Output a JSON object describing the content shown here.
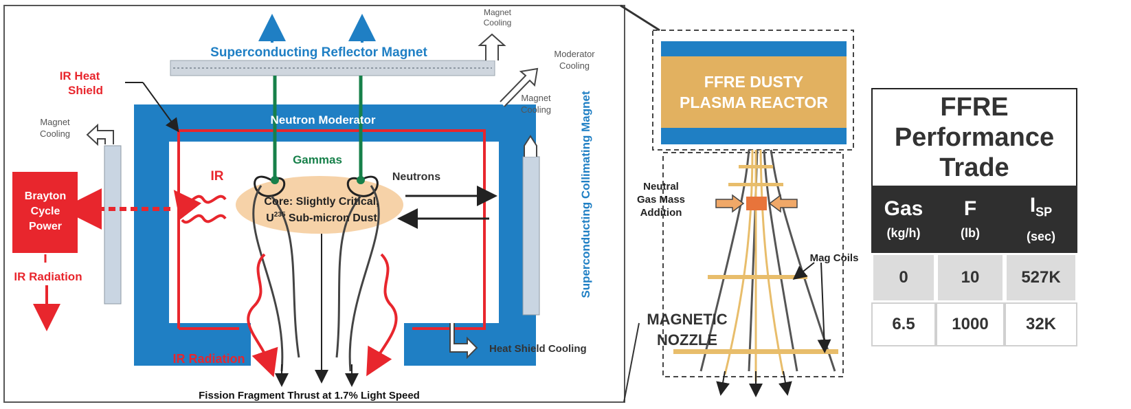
{
  "reactor": {
    "reflector_magnet": "Superconducting Reflector Magnet",
    "moderator": "Neutron Moderator",
    "magnet_cooling": "Magnet Cooling",
    "moderator_cooling": "Moderator Cooling",
    "ir_heat_shield": "IR Heat Shield",
    "gammas": "Gammas",
    "neutrons": "Neutrons",
    "ir": "IR",
    "core_line1": "Core: Slightly Critical,",
    "core_line2": "U235 Sub-micron Dust",
    "brayton": "Brayton Cycle Power",
    "ir_radiation": "IR Radiation",
    "collimating_magnet": "Superconducting Collimating Magnet",
    "heat_shield_cooling": "Heat Shield Cooling",
    "thrust": "Fission Fragment Thrust at 1.7% Light Speed"
  },
  "engine": {
    "reactor_label": "FFRE DUSTY PLASMA REACTOR",
    "neutral_gas": "Neutral Gas Mass Addition",
    "mag_coils": "Mag Coils",
    "nozzle": "MAGNETIC NOZZLE"
  },
  "table": {
    "title": "FFRE Performance Trade",
    "headers": [
      {
        "name": "Gas",
        "unit": "(kg/h)"
      },
      {
        "name": "F",
        "unit": "(lb)"
      },
      {
        "name": "ISP",
        "unit": "(sec)"
      }
    ],
    "rows": [
      [
        "0",
        "10",
        "527K"
      ],
      [
        "6.5",
        "1000",
        "32K"
      ]
    ]
  },
  "colors": {
    "blue": "#1f7fc4",
    "red": "#e8262d",
    "green": "#17804a",
    "tan": "#e8bd6b",
    "core": "#f6d2a8"
  }
}
